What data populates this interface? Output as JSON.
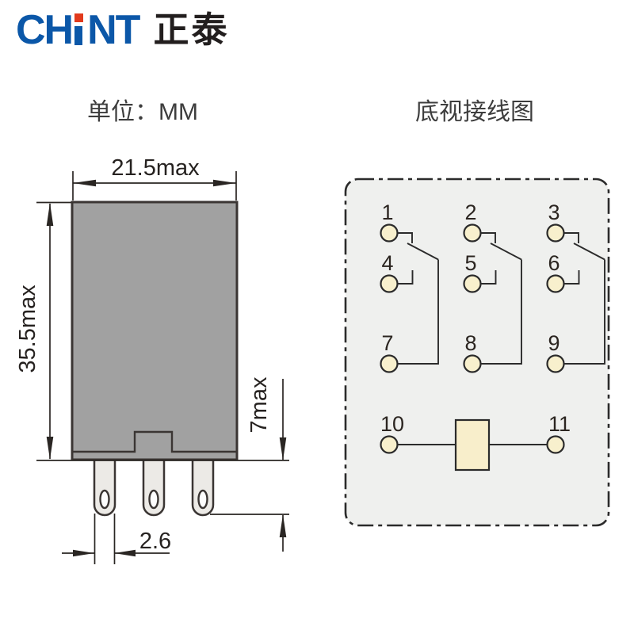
{
  "brand": {
    "latin_left": "CH",
    "latin_right": "NT",
    "cn": "正泰",
    "blue": "#0b57a8",
    "red": "#e23a1c"
  },
  "titles": {
    "left": "单位：MM",
    "right": "底视接线图"
  },
  "dimension_drawing": {
    "width_label": "21.5max",
    "height_label": "35.5max",
    "pin_length_label": "7max",
    "pin_width_label": "2.6",
    "pin_count": 3,
    "body_color": "#a1a1a1",
    "pin_color": "#eceae6"
  },
  "wiring_diagram": {
    "terminals": [
      "1",
      "2",
      "3",
      "4",
      "5",
      "6",
      "7",
      "8",
      "9",
      "10",
      "11"
    ],
    "pole_count": 3,
    "coil_terminals": [
      "10",
      "11"
    ],
    "panel_fill": "#eff0ee",
    "terminal_fill": "#f8f0cd",
    "coil_fill": "#f8eecb"
  }
}
